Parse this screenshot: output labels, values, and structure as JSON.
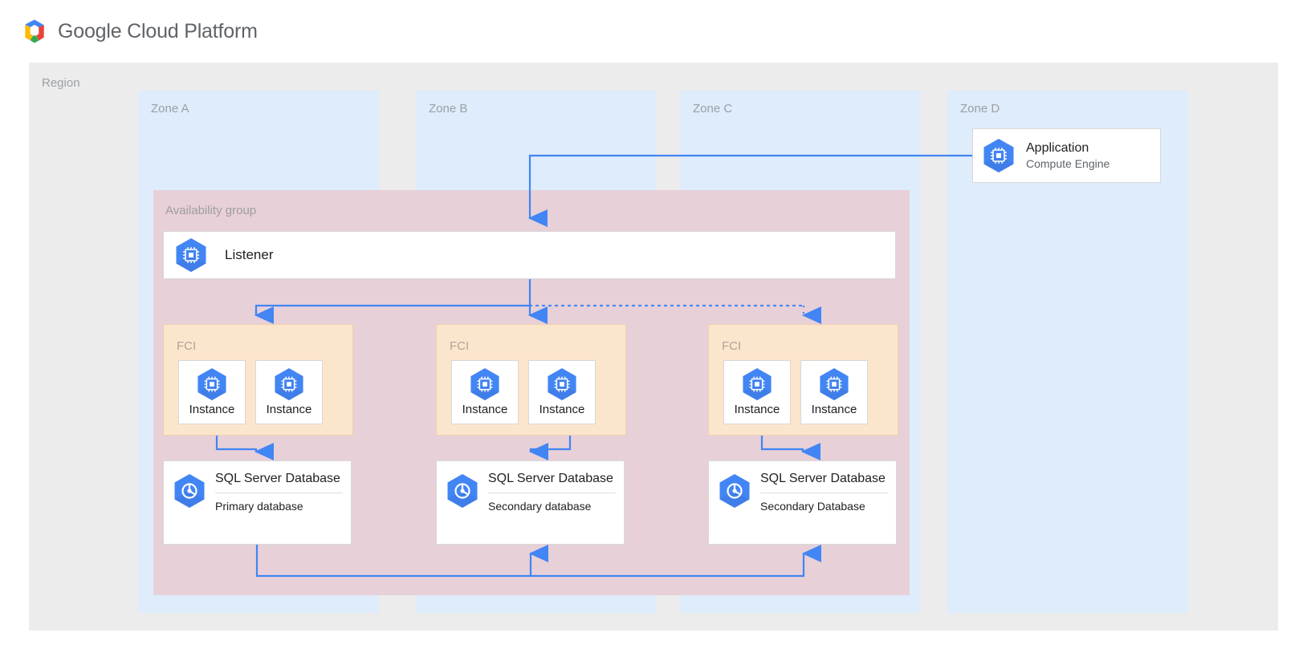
{
  "header": {
    "title": "Google Cloud Platform",
    "logo_icon": "gcp-hexagon-logo"
  },
  "colors": {
    "region_bg": "#ececec",
    "zone_bg": "#deecfb",
    "availability_group_bg": "#e7d0d8",
    "fci_bg": "#fce5cd",
    "card_bg": "#ffffff",
    "connector": "#4285f4",
    "icon_blue": "#4285f4",
    "label_gray": "#9aa0a6",
    "text_primary": "#202124",
    "text_secondary": "#5f6368"
  },
  "region": {
    "label": "Region"
  },
  "zones": [
    {
      "id": "zone-a",
      "label": "Zone A"
    },
    {
      "id": "zone-b",
      "label": "Zone B"
    },
    {
      "id": "zone-c",
      "label": "Zone C"
    },
    {
      "id": "zone-d",
      "label": "Zone D"
    }
  ],
  "availability_group": {
    "label": "Availability group",
    "listener": {
      "label": "Listener",
      "icon": "compute-engine-icon"
    }
  },
  "fci_groups": [
    {
      "id": "fci-a",
      "zone": "Zone A",
      "label": "FCI",
      "instances": [
        {
          "label": "Instance",
          "icon": "compute-engine-icon"
        },
        {
          "label": "Instance",
          "icon": "compute-engine-icon"
        }
      ]
    },
    {
      "id": "fci-b",
      "zone": "Zone B",
      "label": "FCI",
      "instances": [
        {
          "label": "Instance",
          "icon": "compute-engine-icon"
        },
        {
          "label": "Instance",
          "icon": "compute-engine-icon"
        }
      ]
    },
    {
      "id": "fci-c",
      "zone": "Zone C",
      "label": "FCI",
      "instances": [
        {
          "label": "Instance",
          "icon": "compute-engine-icon"
        },
        {
          "label": "Instance",
          "icon": "compute-engine-icon"
        }
      ]
    }
  ],
  "databases": [
    {
      "id": "db-a",
      "zone": "Zone A",
      "title": "SQL Server Database",
      "role": "Primary database",
      "icon": "sql-server-database-icon"
    },
    {
      "id": "db-b",
      "zone": "Zone B",
      "title": "SQL Server Database",
      "role": "Secondary database",
      "icon": "sql-server-database-icon"
    },
    {
      "id": "db-c",
      "zone": "Zone C",
      "title": "SQL Server Database",
      "role": "Secondary Database",
      "icon": "sql-server-database-icon"
    }
  ],
  "application": {
    "title": "Application",
    "subtitle": "Compute Engine",
    "icon": "compute-engine-icon",
    "zone": "Zone D"
  },
  "connectors": [
    {
      "from": "Application",
      "to": "Listener",
      "style": "solid",
      "arrow": "end"
    },
    {
      "from": "Listener",
      "to": "FCI Zone A",
      "style": "solid",
      "arrow": "end"
    },
    {
      "from": "Listener",
      "to": "FCI Zone B",
      "style": "solid",
      "arrow": "end"
    },
    {
      "from": "Listener",
      "to": "FCI Zone C",
      "style": "dotted",
      "arrow": "end"
    },
    {
      "from": "Instance Zone A",
      "to": "SQL Server Database Zone A",
      "style": "solid",
      "arrow": "end"
    },
    {
      "from": "Instance Zone B",
      "to": "SQL Server Database Zone B",
      "style": "solid",
      "arrow": "end"
    },
    {
      "from": "Instance Zone C",
      "to": "SQL Server Database Zone C",
      "style": "solid",
      "arrow": "end"
    },
    {
      "from": "Primary database Zone A",
      "to": "Secondary database Zone B",
      "style": "solid",
      "arrow": "end"
    },
    {
      "from": "Primary database Zone A",
      "to": "Secondary Database Zone C",
      "style": "solid",
      "arrow": "end"
    }
  ]
}
